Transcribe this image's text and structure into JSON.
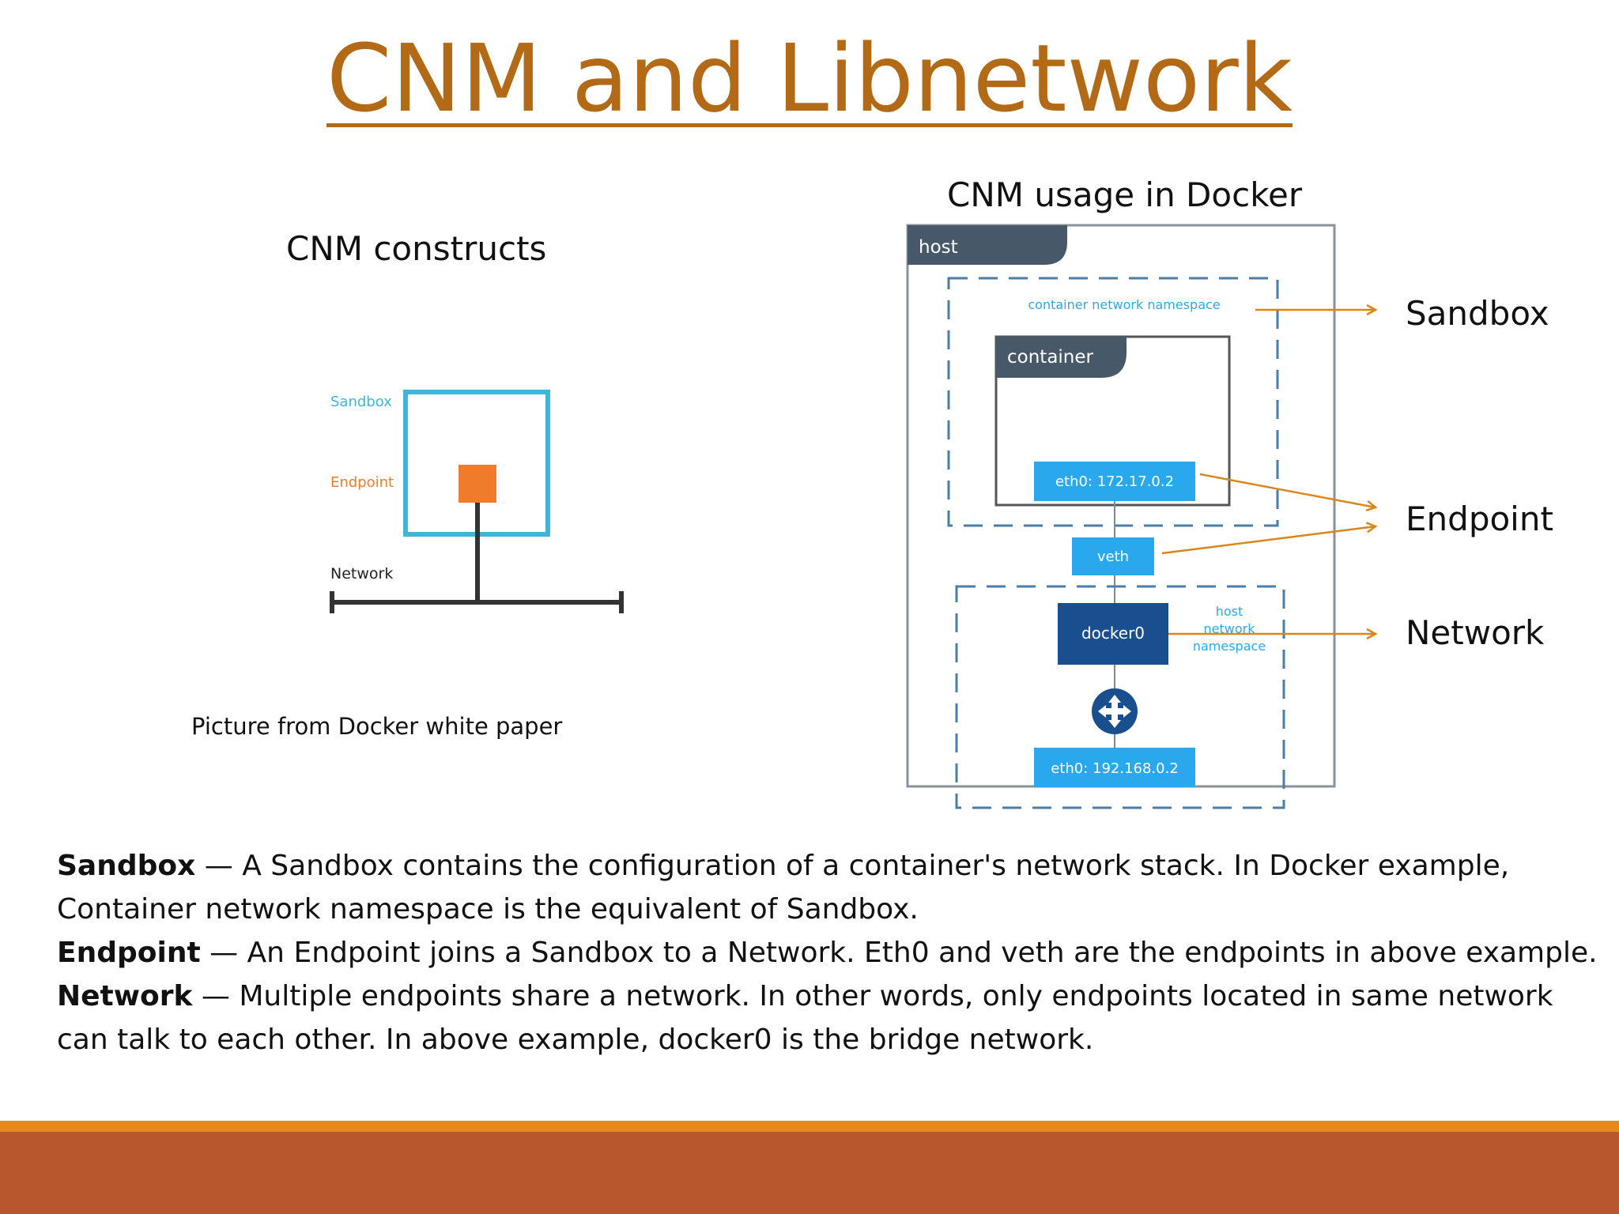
{
  "title": "CNM and Libnetwork",
  "left_figure": {
    "caption": "CNM constructs",
    "labels": {
      "sandbox": "Sandbox",
      "endpoint": "Endpoint",
      "network": "Network"
    },
    "credit": "Picture from Docker white paper",
    "colors": {
      "sandbox": "#3fb5d9",
      "endpoint": "#f07b2a",
      "network": "#333333"
    }
  },
  "right_figure": {
    "caption": "CNM usage in Docker",
    "host_tab": "host",
    "container_ns_label": "container network namespace",
    "container_tab": "container",
    "eth0_container": "eth0: 172.17.0.2",
    "veth": "veth",
    "docker0": "docker0",
    "host_ns_label": [
      "host",
      "network",
      "namespace"
    ],
    "eth0_host": "eth0: 192.168.0.2",
    "colors": {
      "tab": "#475868",
      "light_blue": "#29a8ee",
      "dark_blue": "#1a4f8f",
      "arrow": "#d9861c"
    }
  },
  "callouts": {
    "sandbox": "Sandbox",
    "endpoint": "Endpoint",
    "network": "Network"
  },
  "descriptions": [
    {
      "term": "Sandbox",
      "text": " — A Sandbox contains the configuration of a container's network stack. In Docker example, Container network namespace is the equivalent of Sandbox."
    },
    {
      "term": "Endpoint",
      "text": " — An Endpoint joins a Sandbox to a Network. Eth0 and veth are the endpoints in above example."
    },
    {
      "term": "Network",
      "text": " — Multiple endpoints share a network. In other words, only endpoints located in same network can talk to each other. In above example, docker0 is the bridge network."
    }
  ]
}
